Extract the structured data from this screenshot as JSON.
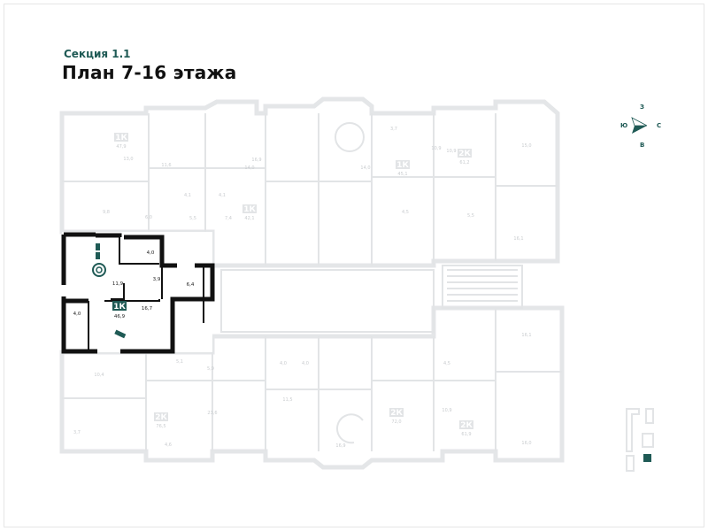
{
  "header": {
    "section": "Секция 1.1",
    "title": "План 7-16 этажа"
  },
  "compass": {
    "north": "З",
    "south": "В",
    "west": "Ю",
    "east": "С",
    "accent": "#1f5a55"
  },
  "highlighted_apartment": {
    "type": "1К",
    "area": "46,9",
    "rooms": [
      "4,0",
      "11,9",
      "3,9",
      "6,4",
      "16,7",
      "4,0"
    ],
    "color": "#1f5a55"
  },
  "other_apartments": [
    {
      "type": "1К",
      "area": "47,9"
    },
    {
      "type": "1К",
      "area": "42,1"
    },
    {
      "type": "1К",
      "area": "45,1"
    },
    {
      "type": "2К",
      "area": "61,2"
    },
    {
      "type": "2К",
      "area": "76,5"
    },
    {
      "type": "2К",
      "area": "72,0"
    },
    {
      "type": "2К",
      "area": "61,9"
    }
  ],
  "room_labels": [
    "13,0",
    "11,6",
    "14,0",
    "9,8",
    "6,0",
    "5,5",
    "4,1",
    "4,1",
    "7,4",
    "10,9",
    "14,0",
    "16,9",
    "3,7",
    "10,9",
    "4,5",
    "5,5",
    "15,0",
    "16,1",
    "10,4",
    "5,1",
    "5,9",
    "4,0",
    "4,0",
    "11,5",
    "16,9",
    "10,9",
    "4,5",
    "16,1",
    "23,6",
    "4,6",
    "16,0",
    "3,7"
  ]
}
